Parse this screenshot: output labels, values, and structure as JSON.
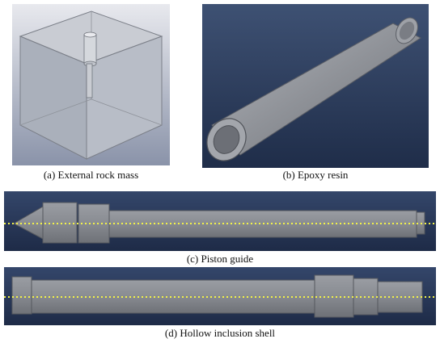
{
  "panels": [
    {
      "id": "a",
      "caption": "(a) External rock mass"
    },
    {
      "id": "b",
      "caption": "(b) Epoxy resin"
    },
    {
      "id": "c",
      "caption": "(c) Piston guide"
    },
    {
      "id": "d",
      "caption": "(d) Hollow inclusion shell"
    }
  ],
  "colors": {
    "viewport_top": "#e3e5ea",
    "viewport_bottom": "#8892a8",
    "viewport_dark": "#2b3c5c",
    "part_gray": "#8c8f94",
    "axis_line": "#f2f24a"
  }
}
